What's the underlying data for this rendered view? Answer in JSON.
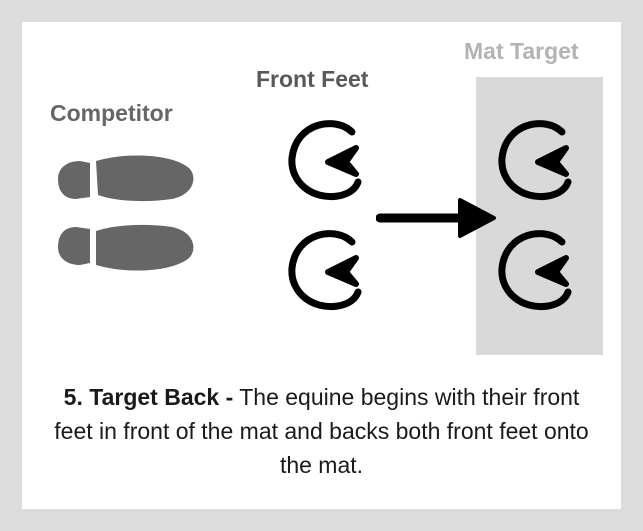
{
  "labels": {
    "competitor": "Competitor",
    "front_feet": "Front Feet",
    "mat_target": "Mat Target"
  },
  "description": {
    "title": "5. Target Back -",
    "text": "The equine begins with their front feet in front of the mat and backs both front feet onto the mat."
  },
  "colors": {
    "frame": "#dcdcdc",
    "mat": "#d9d9d9",
    "shoe": "#666666",
    "hoof": "#000000"
  },
  "icons": {
    "competitor": "footprints-icon",
    "hoof": "hoof-icon",
    "arrow": "arrow-right-icon"
  }
}
